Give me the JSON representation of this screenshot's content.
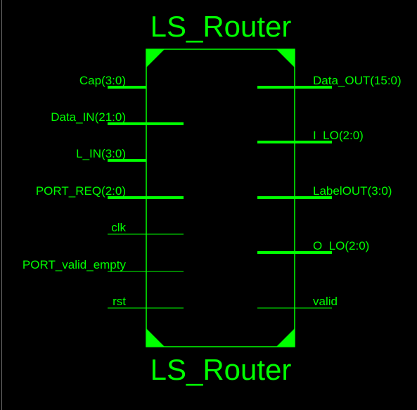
{
  "colors": {
    "background": "#000000",
    "foreground": "#00ff00",
    "frame": "#6e6e6e"
  },
  "schematic": {
    "title_top": "LS_Router",
    "title_bottom": "LS_Router",
    "inputs": [
      {
        "label": "Cap(3:0)",
        "bus": true
      },
      {
        "label": "Data_IN(21:0)",
        "bus": true
      },
      {
        "label": "L_IN(3:0)",
        "bus": true
      },
      {
        "label": "PORT_REQ(2:0)",
        "bus": true
      },
      {
        "label": "clk",
        "bus": false
      },
      {
        "label": "PORT_valid_empty",
        "bus": false
      },
      {
        "label": "rst",
        "bus": false
      }
    ],
    "outputs": [
      {
        "label": "Data_OUT(15:0)",
        "bus": true
      },
      {
        "label": "I_LO(2:0)",
        "bus": true
      },
      {
        "label": "LabelOUT(3:0)",
        "bus": true
      },
      {
        "label": "O_LO(2:0)",
        "bus": true
      },
      {
        "label": "valid",
        "bus": false
      }
    ]
  }
}
